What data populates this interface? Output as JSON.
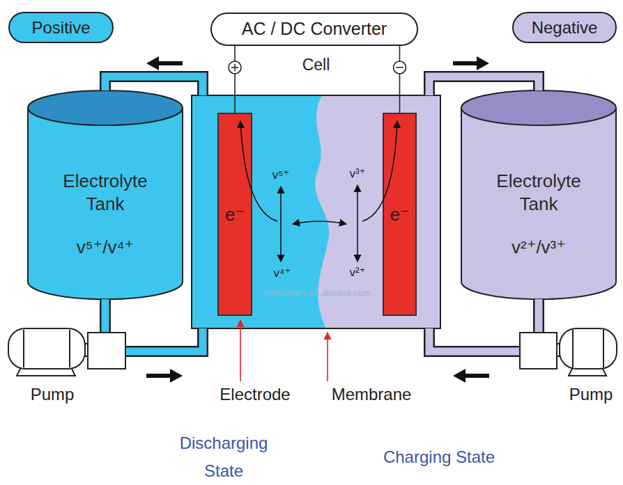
{
  "diagram": {
    "nodes": [
      {
        "text": [
          "Positive"
        ]
      },
      {
        "text": [
          "AC / DC Converter"
        ]
      },
      {
        "text": [
          "Negative"
        ]
      },
      {
        "text": [
          "Electrolyte Tank",
          "v⁵⁺/v⁴⁺"
        ]
      },
      {
        "text": [
          "Cell"
        ]
      },
      {
        "text": [
          "e⁻"
        ],
        "in": 4
      },
      {
        "text": [
          "e⁻"
        ],
        "in": 4
      },
      {
        "text": [
          "Electrolyte Tank",
          "v²⁺/v³⁺"
        ]
      }
    ],
    "edges": [
      {
        "from": 1,
        "to": 5,
        "arrow": "none"
      },
      {
        "from": 1,
        "to": 6,
        "arrow": "none"
      },
      {
        "from": 4,
        "to": 3,
        "arrow": "none"
      },
      {
        "from": 3,
        "to": 4,
        "arrow": "none"
      },
      {
        "from": 4,
        "to": 7,
        "arrow": "none"
      },
      {
        "from": 7,
        "to": 4,
        "arrow": "none"
      }
    ],
    "labels": [
      "v⁵⁺",
      "v⁴⁺",
      "v³⁺",
      "v²⁺",
      "Pump",
      "Electrode",
      "Membrane",
      "Pump",
      "Discharging State",
      "Charging State",
      "flowbattery.en.alibaba.com"
    ]
  }
}
